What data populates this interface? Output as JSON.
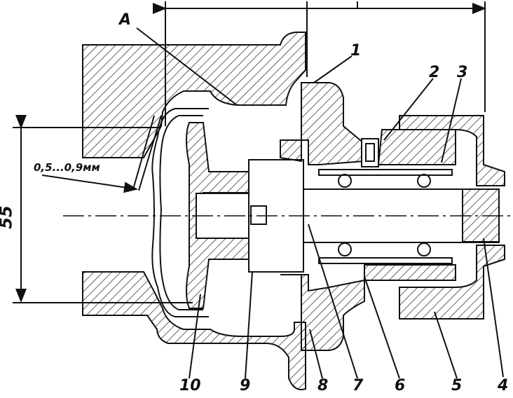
{
  "labels": {
    "a": "A",
    "gap": "0,5...0,9мм",
    "dim": "55",
    "n1": "1",
    "n2": "2",
    "n3": "3",
    "n4": "4",
    "n5": "5",
    "n6": "6",
    "n7": "7",
    "n8": "8",
    "n9": "9",
    "n10": "10"
  },
  "colors": {
    "ink": "#111111",
    "paper": "#ffffff"
  }
}
